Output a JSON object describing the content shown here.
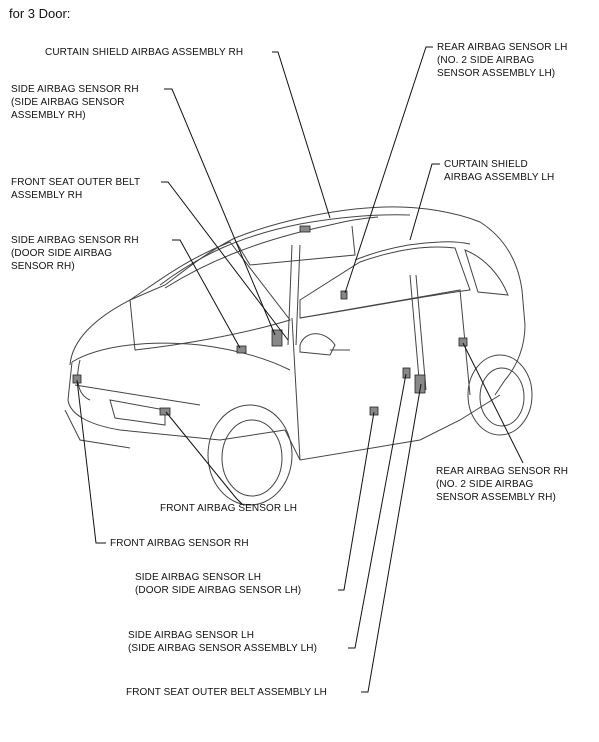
{
  "title": "for 3 Door:",
  "labels": {
    "curtain_rh": [
      "CURTAIN SHIELD AIRBAG ASSEMBLY RH"
    ],
    "side_sensor_rh_assy": [
      "SIDE AIRBAG SENSOR RH",
      "(SIDE AIRBAG SENSOR",
      "ASSEMBLY RH)"
    ],
    "front_belt_rh": [
      "FRONT SEAT OUTER BELT",
      "ASSEMBLY RH"
    ],
    "side_sensor_rh_door": [
      "SIDE AIRBAG SENSOR RH",
      "(DOOR SIDE AIRBAG",
      "SENSOR RH)"
    ],
    "rear_sensor_lh": [
      "REAR AIRBAG SENSOR LH",
      "(NO. 2 SIDE AIRBAG",
      "SENSOR ASSEMBLY LH)"
    ],
    "curtain_lh": [
      "CURTAIN SHIELD",
      "AIRBAG ASSEMBLY LH"
    ],
    "rear_sensor_rh": [
      "REAR AIRBAG SENSOR RH",
      "(NO. 2 SIDE AIRBAG",
      "SENSOR ASSEMBLY RH)"
    ],
    "front_sensor_lh": [
      "FRONT AIRBAG SENSOR LH"
    ],
    "front_sensor_rh": [
      "FRONT AIRBAG SENSOR RH"
    ],
    "side_sensor_lh_door": [
      "SIDE AIRBAG SENSOR LH",
      "(DOOR SIDE AIRBAG SENSOR LH)"
    ],
    "side_sensor_lh_assy": [
      "SIDE AIRBAG SENSOR LH",
      "(SIDE AIRBAG SENSOR ASSEMBLY LH)"
    ],
    "front_belt_lh": [
      "FRONT SEAT OUTER BELT ASSEMBLY LH"
    ]
  }
}
